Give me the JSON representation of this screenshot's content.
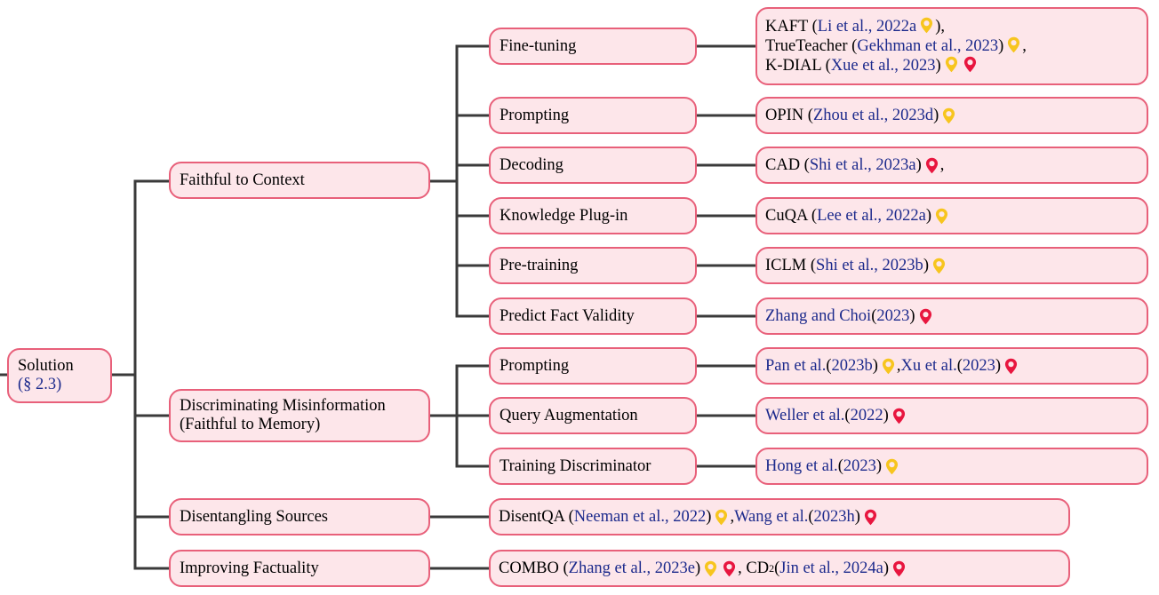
{
  "colors": {
    "node_fill": "#fde6ea",
    "node_border": "#e8607a",
    "wire": "#3a3a3a",
    "citation_text": "#1c2a8c",
    "pin_yellow": "#f7c51e",
    "pin_red": "#e8163f"
  },
  "icons": {
    "yellow": "map-pin-yellow-icon",
    "red": "map-pin-red-icon"
  },
  "root": {
    "line1": "Solution",
    "line2": "(§ 2.3)"
  },
  "categories": {
    "faithful_context": {
      "label": "Faithful to Context"
    },
    "discriminating": {
      "line1": "Discriminating Misinformation",
      "line2": "(Faithful to Memory)"
    },
    "disentangling": {
      "label": "Disentangling Sources"
    },
    "improving": {
      "label": "Improving Factuality"
    }
  },
  "methods": {
    "fine_tuning": "Fine-tuning",
    "prompting_a": "Prompting",
    "decoding": "Decoding",
    "knowledge_plugin": "Knowledge Plug-in",
    "pretraining": "Pre-training",
    "predict_validity": "Predict Fact Validity",
    "prompting_b": "Prompting",
    "query_aug": "Query Augmentation",
    "training_disc": "Training Discriminator"
  },
  "leaves": {
    "fine_tuning": [
      [
        {
          "t": "text",
          "v": "KAFT ("
        },
        {
          "t": "cite",
          "v": "Li et al., 2022a"
        },
        {
          "t": "pin",
          "c": "yellow"
        },
        {
          "t": "text",
          "v": "),"
        }
      ],
      [
        {
          "t": "text",
          "v": "TrueTeacher ("
        },
        {
          "t": "cite",
          "v": "Gekhman et al., 2023"
        },
        {
          "t": "text",
          "v": ")"
        },
        {
          "t": "pin",
          "c": "yellow"
        },
        {
          "t": "text",
          "v": ","
        }
      ],
      [
        {
          "t": "text",
          "v": "K-DIAL ("
        },
        {
          "t": "cite",
          "v": "Xue et al., 2023"
        },
        {
          "t": "text",
          "v": ")"
        },
        {
          "t": "pin",
          "c": "yellow"
        },
        {
          "t": "pin",
          "c": "red"
        }
      ]
    ],
    "prompting_a": [
      {
        "t": "text",
        "v": "OPIN ("
      },
      {
        "t": "cite",
        "v": "Zhou et al., 2023d"
      },
      {
        "t": "text",
        "v": ")"
      },
      {
        "t": "pin",
        "c": "yellow"
      }
    ],
    "decoding": [
      {
        "t": "text",
        "v": "CAD ("
      },
      {
        "t": "cite",
        "v": "Shi et al., 2023a"
      },
      {
        "t": "text",
        "v": ")"
      },
      {
        "t": "pin",
        "c": "red"
      },
      {
        "t": "text",
        "v": ","
      }
    ],
    "knowledge_plugin": [
      {
        "t": "text",
        "v": "CuQA ("
      },
      {
        "t": "cite",
        "v": "Lee et al., 2022a"
      },
      {
        "t": "text",
        "v": ")"
      },
      {
        "t": "pin",
        "c": "yellow"
      }
    ],
    "pretraining": [
      {
        "t": "text",
        "v": "ICLM ("
      },
      {
        "t": "cite",
        "v": "Shi et al., 2023b"
      },
      {
        "t": "text",
        "v": ")"
      },
      {
        "t": "pin",
        "c": "yellow"
      }
    ],
    "predict_validity": [
      {
        "t": "cite",
        "v": "Zhang and Choi"
      },
      {
        "t": "text",
        "v": " ("
      },
      {
        "t": "cite",
        "v": "2023"
      },
      {
        "t": "text",
        "v": ")"
      },
      {
        "t": "pin",
        "c": "red"
      }
    ],
    "prompting_b": [
      {
        "t": "cite",
        "v": "Pan et al."
      },
      {
        "t": "text",
        "v": " ("
      },
      {
        "t": "cite",
        "v": "2023b"
      },
      {
        "t": "text",
        "v": ")"
      },
      {
        "t": "pin",
        "c": "yellow"
      },
      {
        "t": "text",
        "v": ", "
      },
      {
        "t": "cite",
        "v": "Xu et al."
      },
      {
        "t": "text",
        "v": " ("
      },
      {
        "t": "cite",
        "v": "2023"
      },
      {
        "t": "text",
        "v": ")"
      },
      {
        "t": "pin",
        "c": "red"
      }
    ],
    "query_aug": [
      {
        "t": "cite",
        "v": "Weller et al."
      },
      {
        "t": "text",
        "v": " ("
      },
      {
        "t": "cite",
        "v": "2022"
      },
      {
        "t": "text",
        "v": ")"
      },
      {
        "t": "pin",
        "c": "red"
      }
    ],
    "training_disc": [
      {
        "t": "cite",
        "v": "Hong et al."
      },
      {
        "t": "text",
        "v": " ("
      },
      {
        "t": "cite",
        "v": "2023"
      },
      {
        "t": "text",
        "v": ")"
      },
      {
        "t": "pin",
        "c": "yellow"
      }
    ],
    "disentangling": [
      {
        "t": "text",
        "v": "DisentQA ("
      },
      {
        "t": "cite",
        "v": "Neeman et al., 2022"
      },
      {
        "t": "text",
        "v": ")"
      },
      {
        "t": "pin",
        "c": "yellow"
      },
      {
        "t": "text",
        "v": ", "
      },
      {
        "t": "cite",
        "v": "Wang et al."
      },
      {
        "t": "text",
        "v": " ("
      },
      {
        "t": "cite",
        "v": "2023h"
      },
      {
        "t": "text",
        "v": ")"
      },
      {
        "t": "pin",
        "c": "red"
      }
    ],
    "improving": [
      {
        "t": "text",
        "v": "COMBO ("
      },
      {
        "t": "cite",
        "v": "Zhang et al., 2023e"
      },
      {
        "t": "text",
        "v": ")"
      },
      {
        "t": "pin",
        "c": "yellow"
      },
      {
        "t": "pin",
        "c": "red"
      },
      {
        "t": "text",
        "v": ", CD"
      },
      {
        "t": "sup",
        "v": "2"
      },
      {
        "t": "text",
        "v": " ("
      },
      {
        "t": "cite",
        "v": "Jin et al., 2024a"
      },
      {
        "t": "text",
        "v": ")"
      },
      {
        "t": "pin",
        "c": "red"
      }
    ]
  }
}
